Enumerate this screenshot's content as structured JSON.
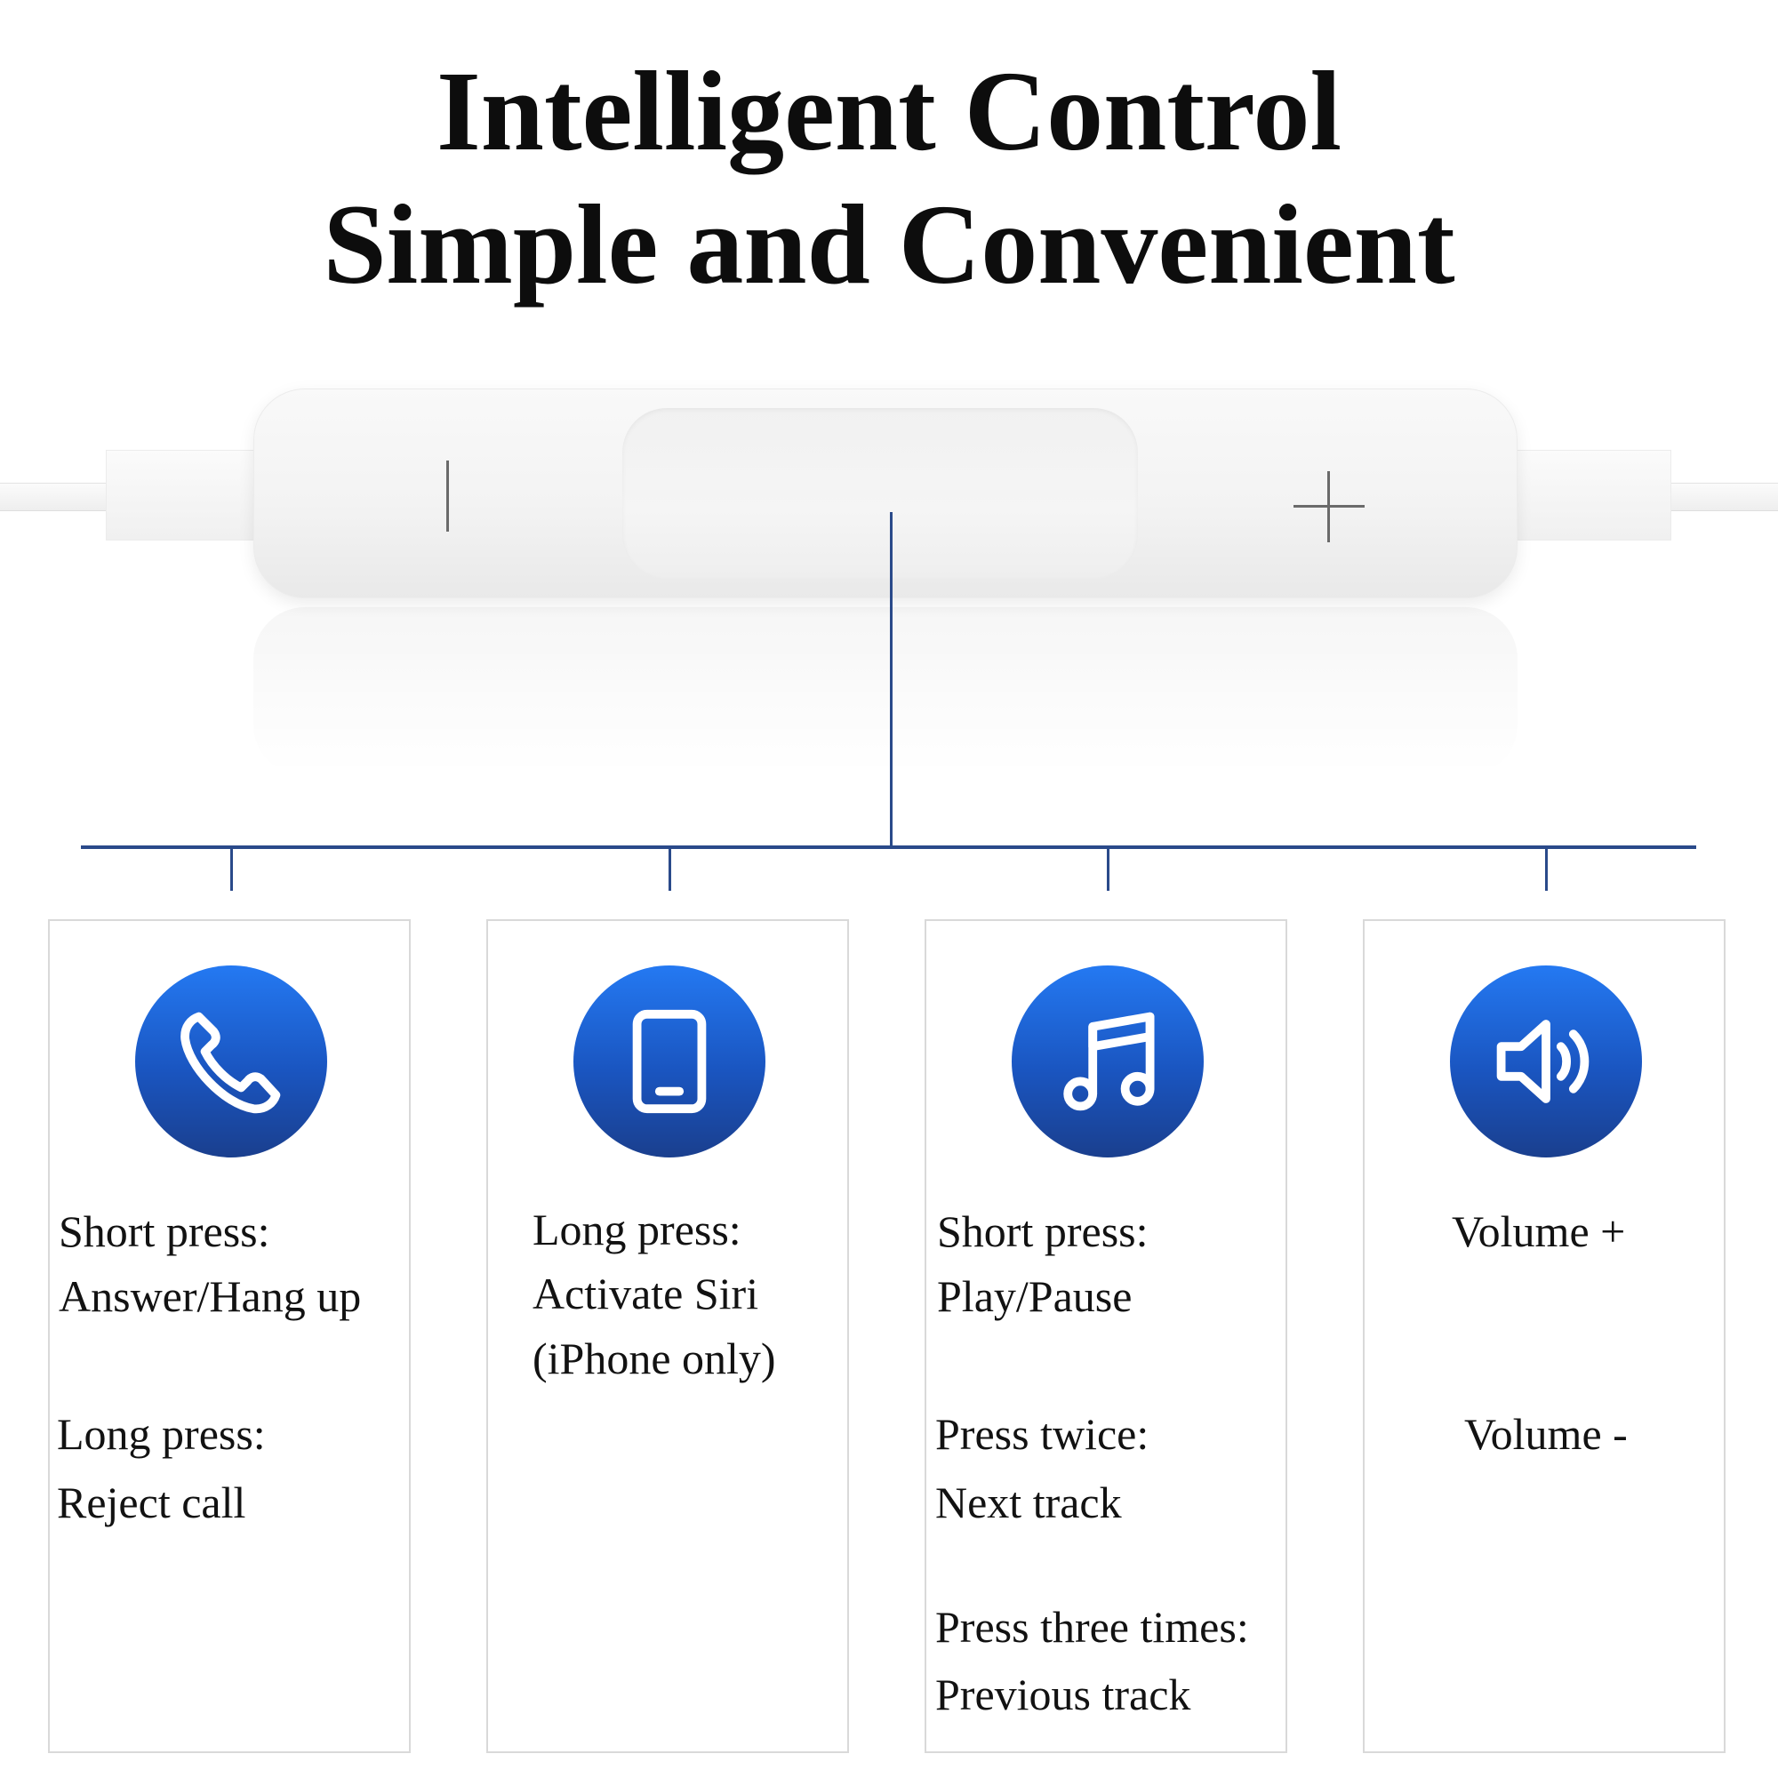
{
  "heading": {
    "line1": "Intelligent Control",
    "line2": "Simple and Convenient"
  },
  "remote": {
    "minus_icon": "minus-icon",
    "plus_icon": "plus-icon"
  },
  "colors": {
    "connector": "#2a4a8a",
    "icon_top": "#2479f2",
    "icon_bottom": "#1a3f8e"
  },
  "cards": [
    {
      "icon": "phone-icon",
      "lines": [
        "Short press:",
        "Answer/Hang up",
        "Long press:",
        "Reject call"
      ]
    },
    {
      "icon": "tablet-icon",
      "lines": [
        "Long press:",
        "Activate Siri",
        "(iPhone only)"
      ]
    },
    {
      "icon": "music-note-icon",
      "lines": [
        "Short press:",
        "Play/Pause",
        "Press twice:",
        "Next track",
        "Press three times:",
        "Previous track"
      ]
    },
    {
      "icon": "speaker-icon",
      "lines": [
        "Volume +",
        "Volume -"
      ]
    }
  ]
}
